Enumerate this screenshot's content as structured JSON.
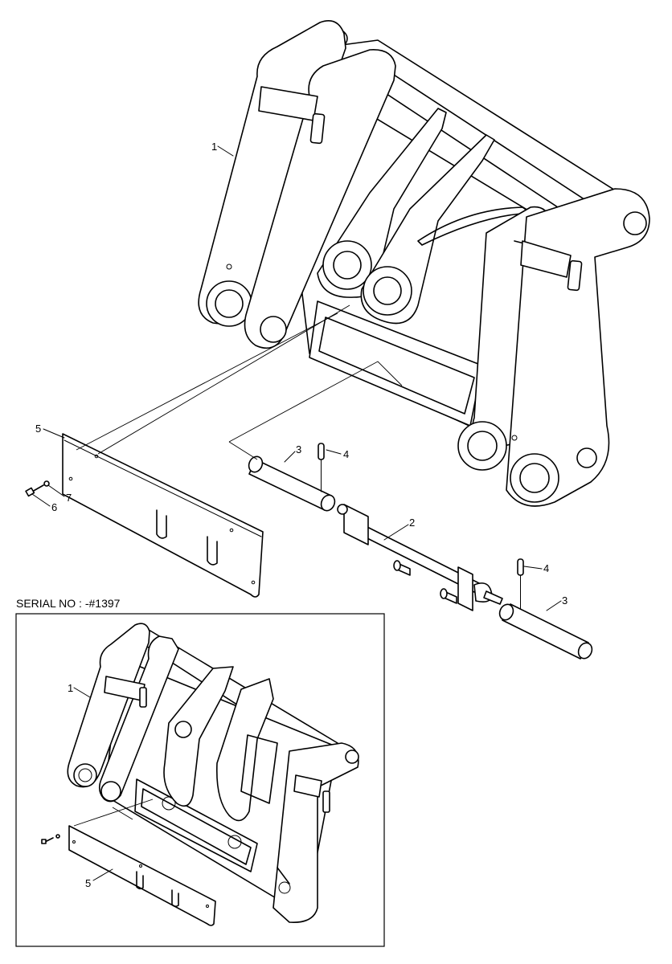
{
  "callouts": {
    "main": [
      "1",
      "2",
      "3",
      "4",
      "5",
      "6",
      "7",
      "3",
      "4"
    ],
    "inset": [
      "1",
      "5"
    ]
  },
  "inset": {
    "serial_label": "SERIAL NO : -#1397"
  }
}
